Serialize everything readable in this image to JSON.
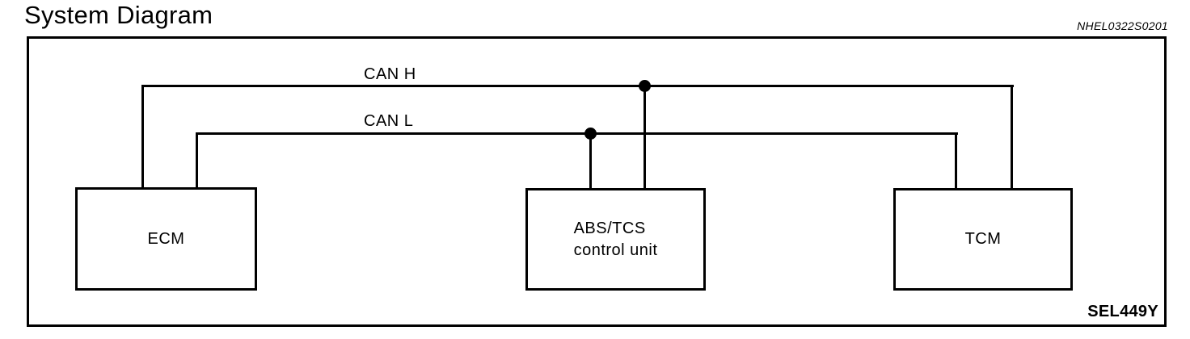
{
  "page": {
    "title": "System Diagram",
    "figure_ref": "NHEL0322S0201",
    "figure_code": "SEL449Y",
    "background_color": "#ffffff",
    "line_color": "#000000"
  },
  "diagram": {
    "buses": [
      {
        "id": "can-h",
        "label": "CAN H"
      },
      {
        "id": "can-l",
        "label": "CAN L"
      }
    ],
    "nodes": [
      {
        "id": "ecm",
        "label": "ECM"
      },
      {
        "id": "abs-tcs",
        "label_line1": "ABS/TCS",
        "label_line2": "control unit"
      },
      {
        "id": "tcm",
        "label": "TCM"
      }
    ],
    "connections": [
      {
        "from": "ecm",
        "to": "can-h"
      },
      {
        "from": "ecm",
        "to": "can-l"
      },
      {
        "from": "abs-tcs",
        "to": "can-h",
        "junction_dot": true
      },
      {
        "from": "abs-tcs",
        "to": "can-l",
        "junction_dot": true
      },
      {
        "from": "tcm",
        "to": "can-h"
      },
      {
        "from": "tcm",
        "to": "can-l"
      }
    ]
  }
}
